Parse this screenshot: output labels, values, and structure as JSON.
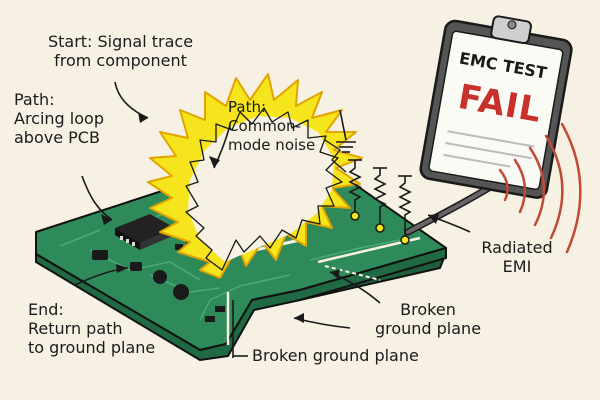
{
  "labels": {
    "start": [
      "Start: Signal trace",
      "from component"
    ],
    "arcing_path": [
      "Path:",
      "Arcing loop",
      "above PCB"
    ],
    "common_mode": [
      "Path:",
      "Common-",
      "mode noise"
    ],
    "end": [
      "End:",
      "Return path",
      "to ground plane"
    ],
    "broken_ground_right": [
      "Broken",
      "ground plane"
    ],
    "broken_ground_bottom": [
      "Broken ground plane"
    ],
    "radiated_emi": [
      "Radiated",
      "EMI"
    ]
  },
  "clipboard": {
    "title": "EMC TEST",
    "result": "FAIL"
  },
  "colors": {
    "background": "#f6f1e3",
    "pcb": "#2f8a5a",
    "pcb_edge": "#1e5e3c",
    "arc_glow": "#f6e51c",
    "fail_red": "#c7302b",
    "emi_wave": "#c14a35"
  },
  "icons": [
    "chip-icon",
    "lightning-arc-icon",
    "clipboard-icon",
    "radio-wave-icon",
    "ground-symbol-icon",
    "resistor-icon"
  ]
}
